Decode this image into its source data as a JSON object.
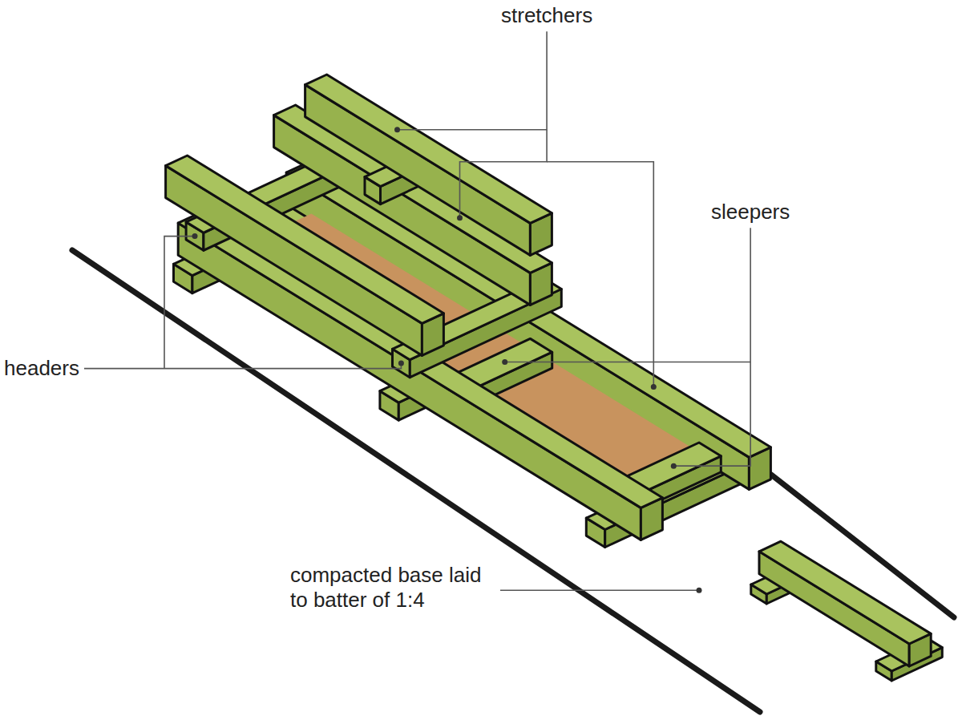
{
  "diagram": {
    "labels": [
      "stretchers",
      "sleepers",
      "headers",
      "compacted base laid to batter of 1:4"
    ]
  }
}
